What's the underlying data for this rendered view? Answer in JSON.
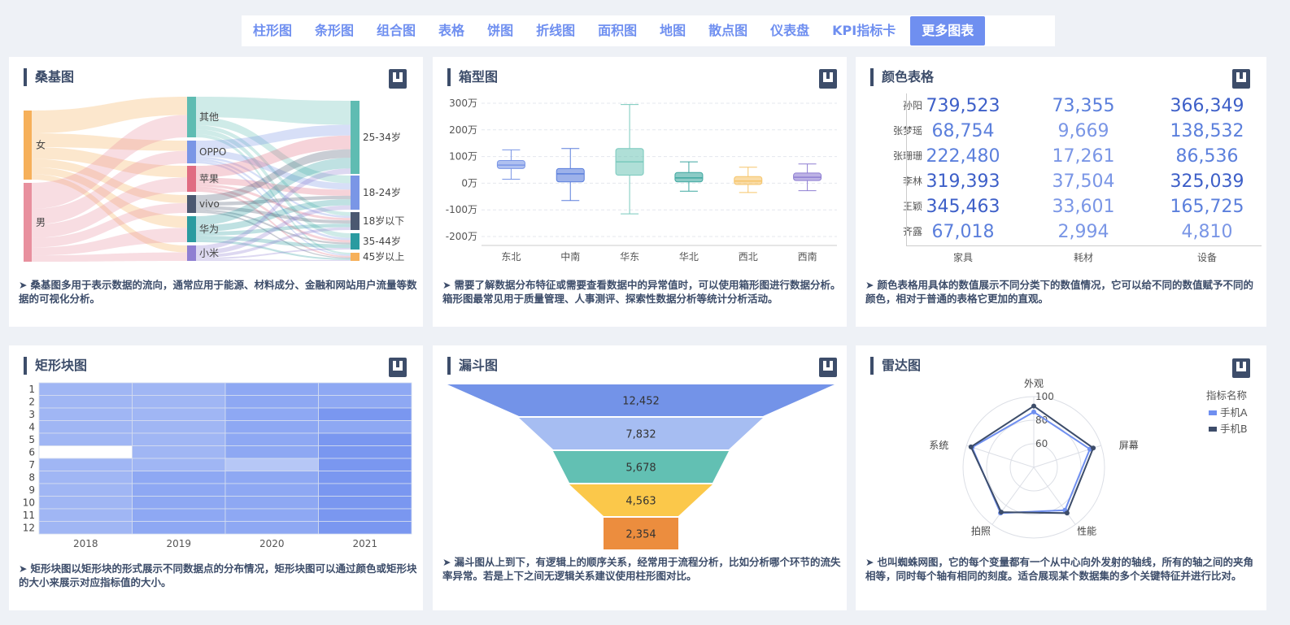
{
  "tabs": [
    "柱形图",
    "条形图",
    "组合图",
    "表格",
    "饼图",
    "折线图",
    "面积图",
    "地图",
    "散点图",
    "仪表盘",
    "KPI指标卡",
    "更多图表"
  ],
  "active_tab": "更多图表",
  "cards": {
    "sankey": {
      "title": "桑基图",
      "desc": "桑基图多用于表示数据的流向，通常应用于能源、材料成分、金融和网站用户流量等数据的可视化分析。",
      "left_nodes": [
        {
          "label": "女",
          "color": "#f6b05a"
        },
        {
          "label": "男",
          "color": "#e8909e"
        }
      ],
      "mid_nodes": [
        {
          "label": "其他",
          "color": "#5fbcb2"
        },
        {
          "label": "OPPO",
          "color": "#7a96e6"
        },
        {
          "label": "苹果",
          "color": "#e06c82"
        },
        {
          "label": "vivo",
          "color": "#4b5870"
        },
        {
          "label": "华为",
          "color": "#2a9ba0"
        },
        {
          "label": "小米",
          "color": "#8f7fd2"
        }
      ],
      "right_nodes": [
        {
          "label": "25-34岁",
          "color": "#5fbcb2"
        },
        {
          "label": "18-24岁",
          "color": "#7a96e6"
        },
        {
          "label": "18岁以下",
          "color": "#4b5870"
        },
        {
          "label": "35-44岁",
          "color": "#2a9ba0"
        },
        {
          "label": "45岁以上",
          "color": "#f6b05a"
        }
      ]
    },
    "box": {
      "title": "箱型图",
      "desc": "需要了解数据分布特征或需要查看数据中的异常值时，可以使用箱形图进行数据分析。箱形图最常见用于质量管理、人事测评、探索性数据分析等统计分析活动。"
    },
    "color_table": {
      "title": "颜色表格",
      "desc": "颜色表格用具体的数值展示不同分类下的数值情况，它可以给不同的数值赋予不同的颜色，相对于普通的表格它更加的直观。",
      "columns": [
        "家具",
        "耗材",
        "设备"
      ],
      "rows": [
        {
          "name": "孙阳",
          "values": [
            "739,523",
            "73,355",
            "366,349"
          ]
        },
        {
          "name": "张梦瑶",
          "values": [
            "68,754",
            "9,669",
            "138,532"
          ]
        },
        {
          "name": "张珊珊",
          "values": [
            "222,480",
            "17,261",
            "86,536"
          ]
        },
        {
          "name": "李林",
          "values": [
            "319,393",
            "37,504",
            "325,039"
          ]
        },
        {
          "name": "王颖",
          "values": [
            "345,463",
            "33,601",
            "165,725"
          ]
        },
        {
          "name": "齐露",
          "values": [
            "67,018",
            "2,994",
            "4,810"
          ]
        }
      ]
    },
    "treemap": {
      "title": "矩形块图",
      "desc": "矩形块图以矩形块的形式展示不同数据点的分布情况，矩形块图可以通过颜色或矩形块的大小来展示对应指标值的大小。"
    },
    "funnel": {
      "title": "漏斗图",
      "desc": "漏斗图从上到下，有逻辑上的顺序关系，经常用于流程分析，比如分析哪个环节的流失率异常。若是上下之间无逻辑关系建议使用柱形图对比。"
    },
    "radar": {
      "title": "雷达图",
      "desc": "也叫蜘蛛网图，它的每个变量都有一个从中心向外发射的轴线，所有的轴之间的夹角相等，同时每个轴有相同的刻度。适合展现某个数据集的多个关键特征并进行比对。",
      "legend_title": "指标名称"
    }
  },
  "chart_data": [
    {
      "type": "box",
      "categories": [
        "东北",
        "中南",
        "华东",
        "华北",
        "西北",
        "西南"
      ],
      "yticks": [
        "300万",
        "200万",
        "100万",
        "0万",
        "-100万",
        "-200万"
      ],
      "ylim": [
        -200,
        300
      ],
      "boxes": [
        {
          "min": 15,
          "q1": 55,
          "median": 68,
          "q3": 85,
          "max": 125
        },
        {
          "min": -65,
          "q1": 5,
          "median": 35,
          "q3": 55,
          "max": 130
        },
        {
          "min": -115,
          "q1": 30,
          "median": 80,
          "q3": 130,
          "max": 295
        },
        {
          "min": -30,
          "q1": 5,
          "median": 20,
          "q3": 40,
          "max": 80
        },
        {
          "min": -35,
          "q1": -5,
          "median": 8,
          "q3": 25,
          "max": 60
        },
        {
          "min": -28,
          "q1": 10,
          "median": 22,
          "q3": 38,
          "max": 72
        }
      ],
      "colors": [
        "#7a96e6",
        "#5b7fdc",
        "#79c9bd",
        "#3fa8a0",
        "#f6c56a",
        "#8f7fd2"
      ]
    },
    {
      "type": "heatmap",
      "x": [
        "2018",
        "2019",
        "2020",
        "2021"
      ],
      "y": [
        "1",
        "2",
        "3",
        "4",
        "5",
        "6",
        "7",
        "8",
        "9",
        "10",
        "11",
        "12"
      ],
      "levels": [
        [
          2,
          2,
          3,
          3
        ],
        [
          2,
          2,
          3,
          3
        ],
        [
          2,
          2,
          3,
          4
        ],
        [
          2,
          2,
          3,
          3
        ],
        [
          2,
          2,
          3,
          4
        ],
        [
          0,
          2,
          3,
          4
        ],
        [
          2,
          2,
          1,
          4
        ],
        [
          2,
          3,
          3,
          4
        ],
        [
          2,
          3,
          3,
          4
        ],
        [
          2,
          3,
          3,
          4
        ],
        [
          2,
          3,
          3,
          4
        ],
        [
          2,
          3,
          3,
          4
        ]
      ]
    },
    {
      "type": "funnel",
      "values": [
        "12,452",
        "7,832",
        "5,678",
        "4,563",
        "2,354"
      ],
      "colors": [
        "#7393e8",
        "#a6bdf2",
        "#62c0b3",
        "#fbc84a",
        "#ec8d3e"
      ]
    },
    {
      "type": "radar",
      "axes": [
        "外观",
        "屏幕",
        "性能",
        "拍照",
        "系统"
      ],
      "rings": [
        "100",
        "80",
        "60"
      ],
      "series": [
        {
          "name": "手机A",
          "color": "#6f8ff0",
          "values": [
            87,
            90,
            85,
            88,
            95
          ]
        },
        {
          "name": "手机B",
          "color": "#3d4d6a",
          "values": [
            92,
            93,
            88,
            87,
            96
          ]
        }
      ]
    }
  ]
}
